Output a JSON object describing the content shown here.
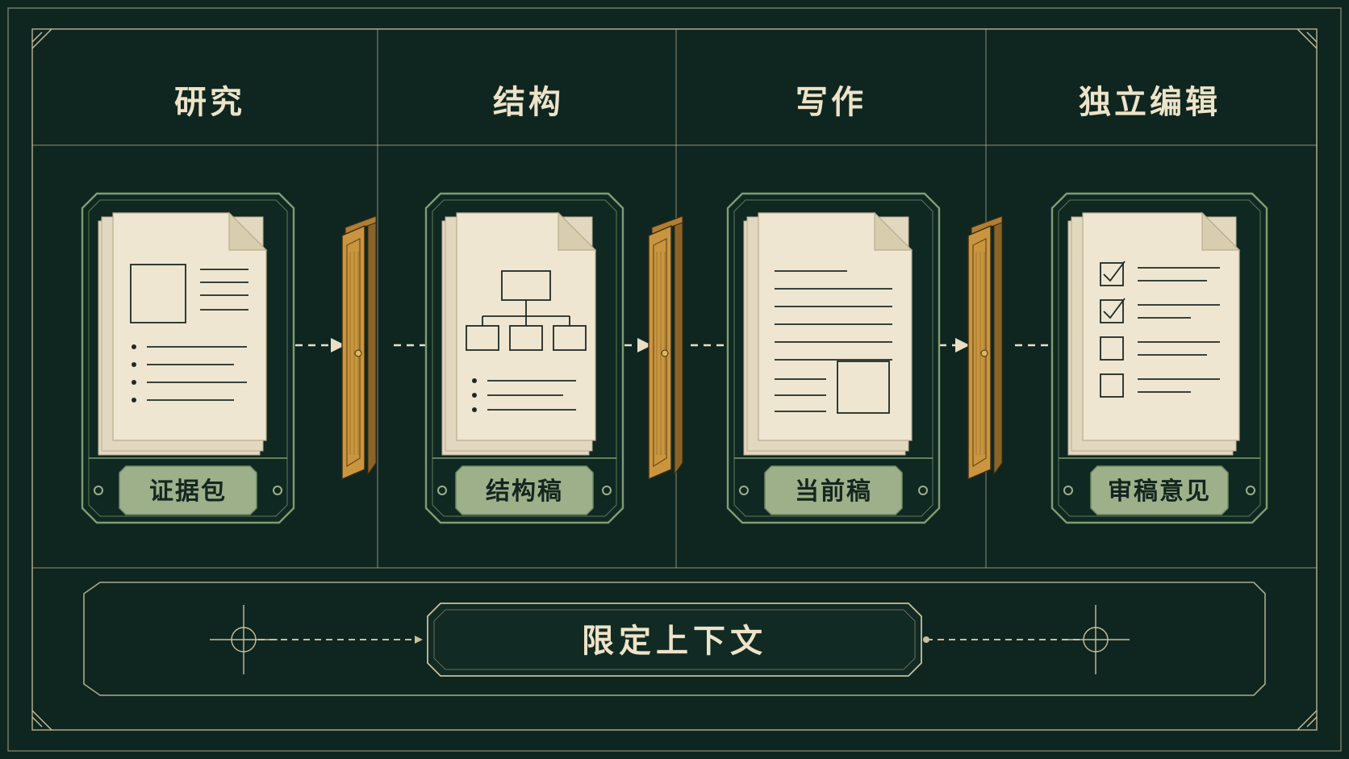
{
  "colors": {
    "background": "#0f2620",
    "frame_line": "#c9bf9c",
    "card_border": "#7f9c73",
    "paper": "#efe6d1",
    "ink": "#1d2a24",
    "label_fill": "#9db08a",
    "door_wood": "#c9963f",
    "text_light": "#ede3c8"
  },
  "stages": [
    {
      "title": "研究",
      "artifact": "证据包",
      "doc_icon": "evidence-document-icon"
    },
    {
      "title": "结构",
      "artifact": "结构稿",
      "doc_icon": "outline-document-icon"
    },
    {
      "title": "写作",
      "artifact": "当前稿",
      "doc_icon": "draft-document-icon"
    },
    {
      "title": "独立编辑",
      "artifact": "审稿意见",
      "doc_icon": "checklist-document-icon"
    }
  ],
  "handoff_icon": "door-icon",
  "context": {
    "label": "限定上下文"
  }
}
